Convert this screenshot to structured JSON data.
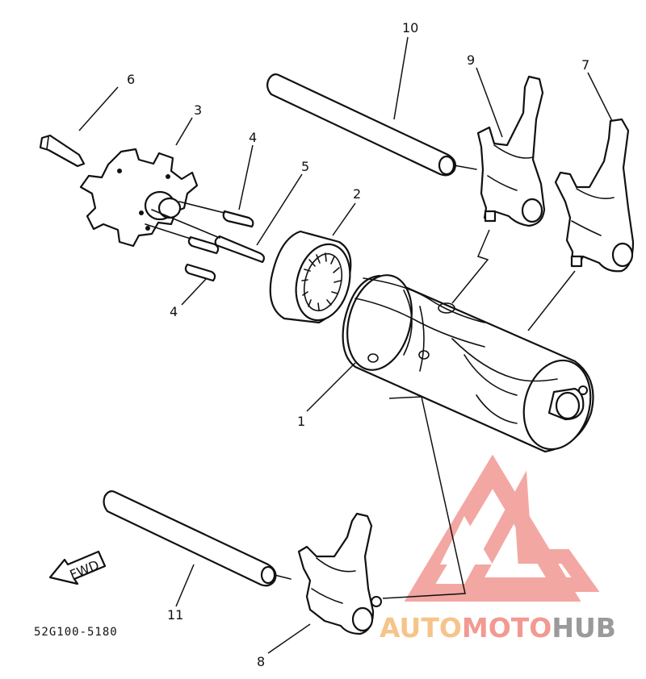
{
  "diagram": {
    "callouts": [
      {
        "id": "1",
        "text": "1"
      },
      {
        "id": "2",
        "text": "2"
      },
      {
        "id": "3",
        "text": "3"
      },
      {
        "id": "4a",
        "text": "4"
      },
      {
        "id": "4b",
        "text": "4"
      },
      {
        "id": "5",
        "text": "5"
      },
      {
        "id": "6",
        "text": "6"
      },
      {
        "id": "7",
        "text": "7"
      },
      {
        "id": "8",
        "text": "8"
      },
      {
        "id": "9",
        "text": "9"
      },
      {
        "id": "10",
        "text": "10"
      },
      {
        "id": "11",
        "text": "11"
      }
    ],
    "direction_marker": "FWD",
    "drawing_code": "52G100-5180"
  },
  "watermark": {
    "word_1": "AUTO",
    "word_2": "MOTO",
    "word_3": "HUB",
    "color_1": "#f6c48a",
    "color_2": "#f29a92",
    "color_3": "#9a9a9a",
    "logo_color": "#f08a84"
  }
}
